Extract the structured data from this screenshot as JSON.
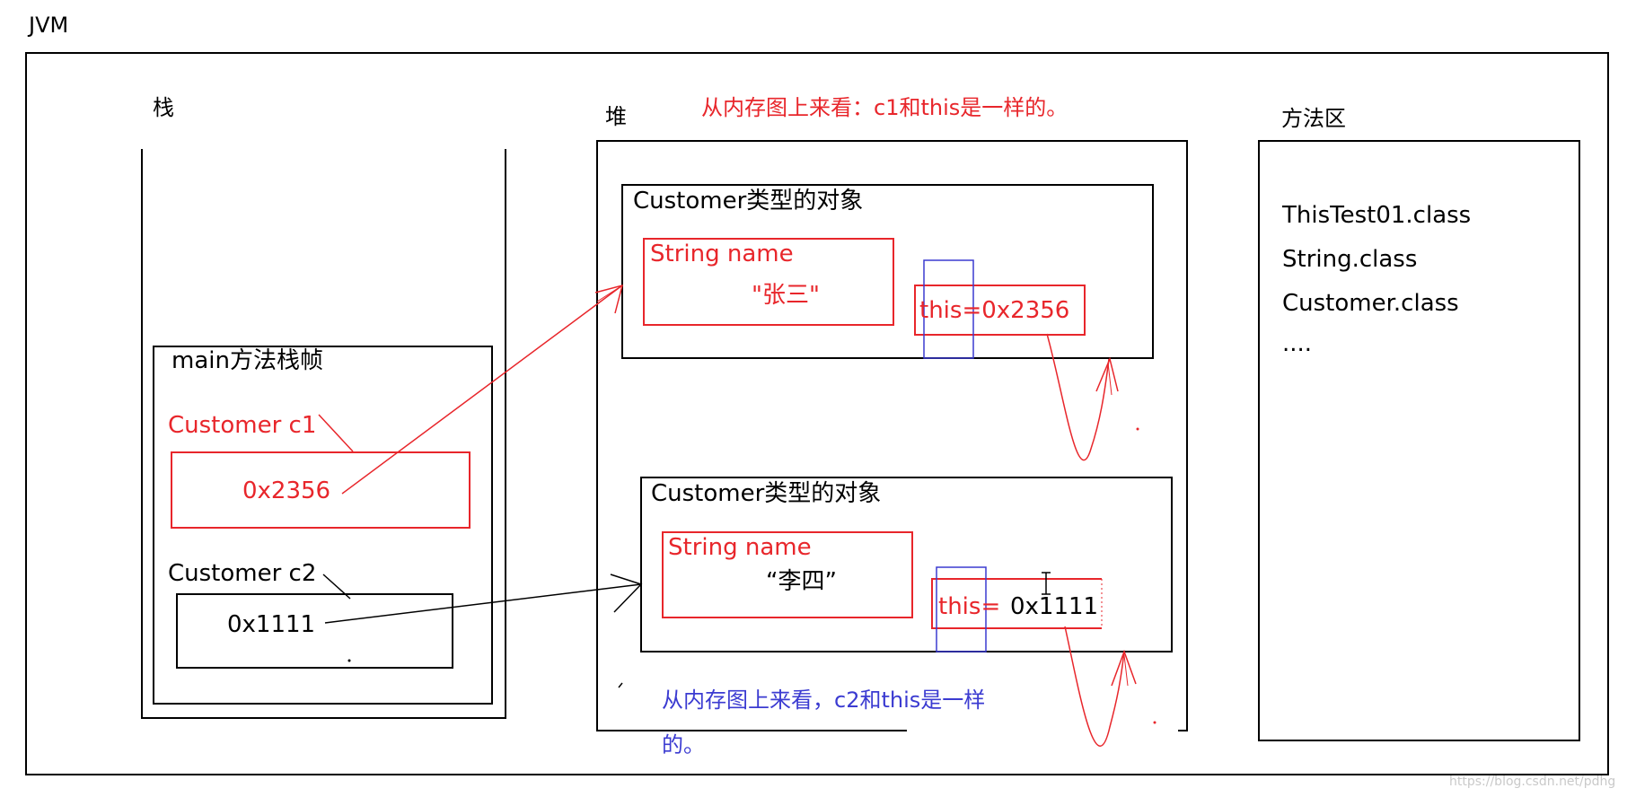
{
  "jvm_label": "JVM",
  "regions": {
    "stack": "栈",
    "heap": "堆",
    "method_area": "方法区"
  },
  "stack": {
    "frame_title": "main方法栈帧",
    "c1_label": "Customer c1",
    "c1_value": "0x2356",
    "c2_label": "Customer c2",
    "c2_value": "0x1111"
  },
  "heap": {
    "note_top": "从内存图上来看：c1和this是一样的。",
    "object1": {
      "title": "Customer类型的对象",
      "field_label": "String name",
      "field_value": "\"张三\"",
      "this_text": "this=0x2356"
    },
    "object2": {
      "title": "Customer类型的对象",
      "field_label": "String name",
      "field_value": "“李四”",
      "this_label": "this=",
      "this_value": "0x1111"
    },
    "note_bottom_line1": "从内存图上来看，c2和this是一样",
    "note_bottom_line2": "的。"
  },
  "method_area": {
    "classes": [
      "ThisTest01.class",
      "String.class",
      "Customer.class",
      "...."
    ]
  },
  "watermark": "https://blog.csdn.net/pdhg",
  "colors": {
    "black": "#000000",
    "red": "#e8262b",
    "blue": "#3b3bd1"
  }
}
